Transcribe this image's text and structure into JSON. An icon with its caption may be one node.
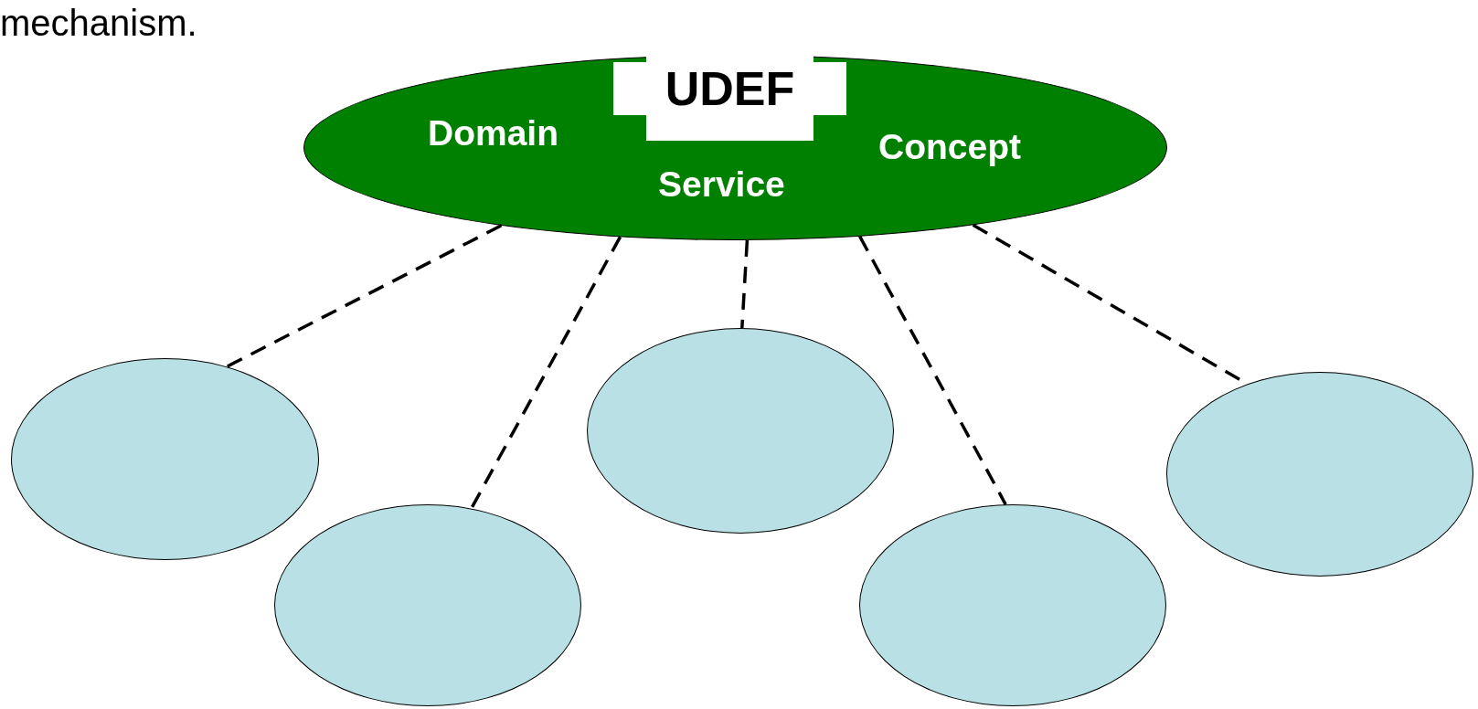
{
  "diagram": {
    "nodes": [
      {
        "text": [
          "Domain",
          "Service",
          "Concept"
        ]
      },
      {
        "text": [
          "UDEF"
        ],
        "in": 0
      },
      {
        "text": [],
        "shape": "circle"
      },
      {
        "text": [],
        "shape": "circle"
      },
      {
        "text": [],
        "shape": "circle"
      },
      {
        "text": [],
        "shape": "circle"
      },
      {
        "text": [],
        "shape": "circle"
      }
    ],
    "edges": [
      {
        "from": 0,
        "to": 2,
        "arrow": "none",
        "style": "dashed"
      },
      {
        "from": 0,
        "to": 3,
        "arrow": "none",
        "style": "dashed"
      },
      {
        "from": 0,
        "to": 4,
        "arrow": "none",
        "style": "dashed"
      },
      {
        "from": 0,
        "to": 5,
        "arrow": "none",
        "style": "dashed"
      },
      {
        "from": 0,
        "to": 6,
        "arrow": "none",
        "style": "dashed"
      }
    ],
    "labels": [
      "mechanism."
    ]
  }
}
